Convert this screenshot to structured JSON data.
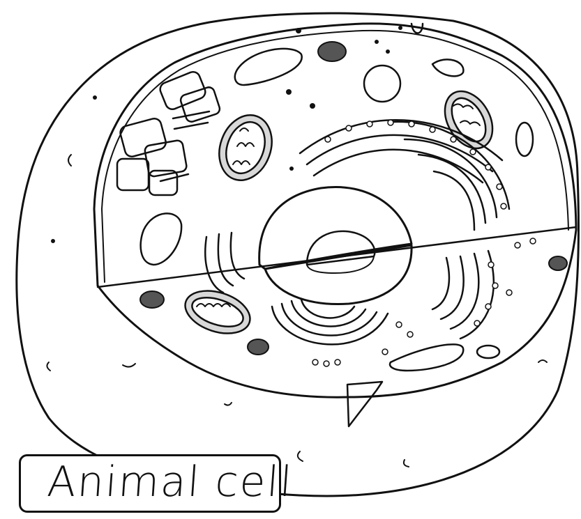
{
  "title": "Animal cell",
  "colors": {
    "ink": "#111111",
    "cytoplasm_shade": "#e9e9e9",
    "background": "#ffffff"
  },
  "organelles": [
    "cell-membrane",
    "cytoplasm",
    "nucleus",
    "nucleolus",
    "nuclear-envelope",
    "rough-endoplasmic-reticulum",
    "smooth-endoplasmic-reticulum",
    "golgi-apparatus",
    "mitochondrion",
    "vesicle",
    "lysosome",
    "centriole",
    "ribosome"
  ]
}
